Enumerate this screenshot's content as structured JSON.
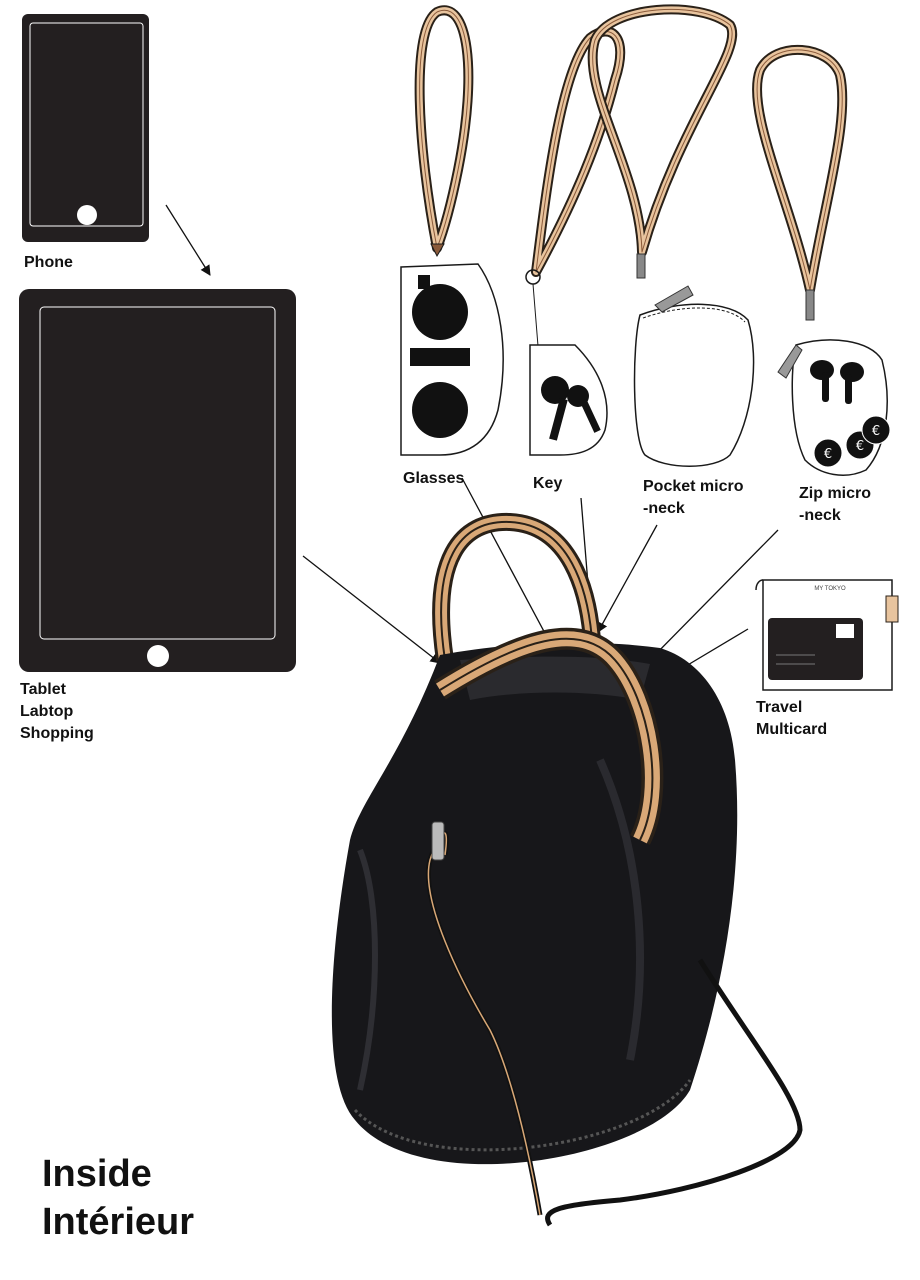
{
  "labels": {
    "phone": "Phone",
    "tablet": [
      "Tablet",
      "Labtop",
      "Shopping"
    ],
    "glasses": "Glasses",
    "key": "Key",
    "pocket": [
      "Pocket micro",
      "-neck"
    ],
    "zip": [
      "Zip micro",
      "-neck"
    ],
    "travel": [
      "Travel",
      "Multicard"
    ],
    "card_brand": "MY TOKYO"
  },
  "title": [
    "Inside",
    "Intérieur"
  ],
  "icons": {
    "coin": "euro-coin-icon"
  },
  "colors": {
    "device": "#231f20",
    "bag": "#17171a",
    "strap_tan": "#d9a877",
    "strap_dark": "#2a2118",
    "outline": "#1a1a1a"
  }
}
